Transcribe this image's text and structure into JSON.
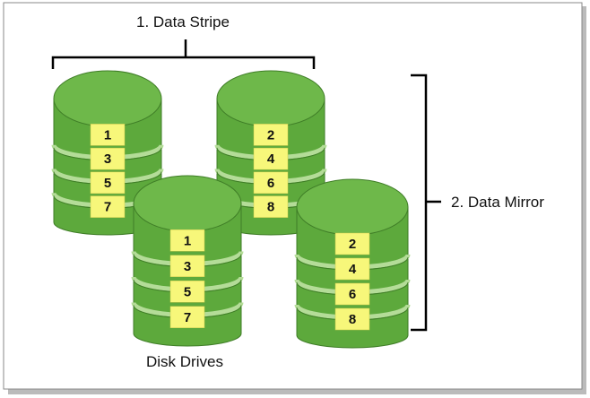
{
  "labels": {
    "data_stripe": "1. Data Stripe",
    "data_mirror": "2. Data Mirror",
    "disk_drives": "Disk Drives"
  },
  "colors": {
    "disk_side": "#5da93c",
    "disk_top": "#6eb84a",
    "disk_outline": "#3f7d27",
    "band": "#b4dc98",
    "chunk_fill": "#f7f77a",
    "bracket": "#000000"
  },
  "disks": [
    {
      "name": "disk-back-left",
      "chunks": [
        "1",
        "3",
        "5",
        "7"
      ]
    },
    {
      "name": "disk-back-right",
      "chunks": [
        "2",
        "4",
        "6",
        "8"
      ]
    },
    {
      "name": "disk-front-left",
      "chunks": [
        "1",
        "3",
        "5",
        "7"
      ]
    },
    {
      "name": "disk-front-right",
      "chunks": [
        "2",
        "4",
        "6",
        "8"
      ]
    }
  ]
}
